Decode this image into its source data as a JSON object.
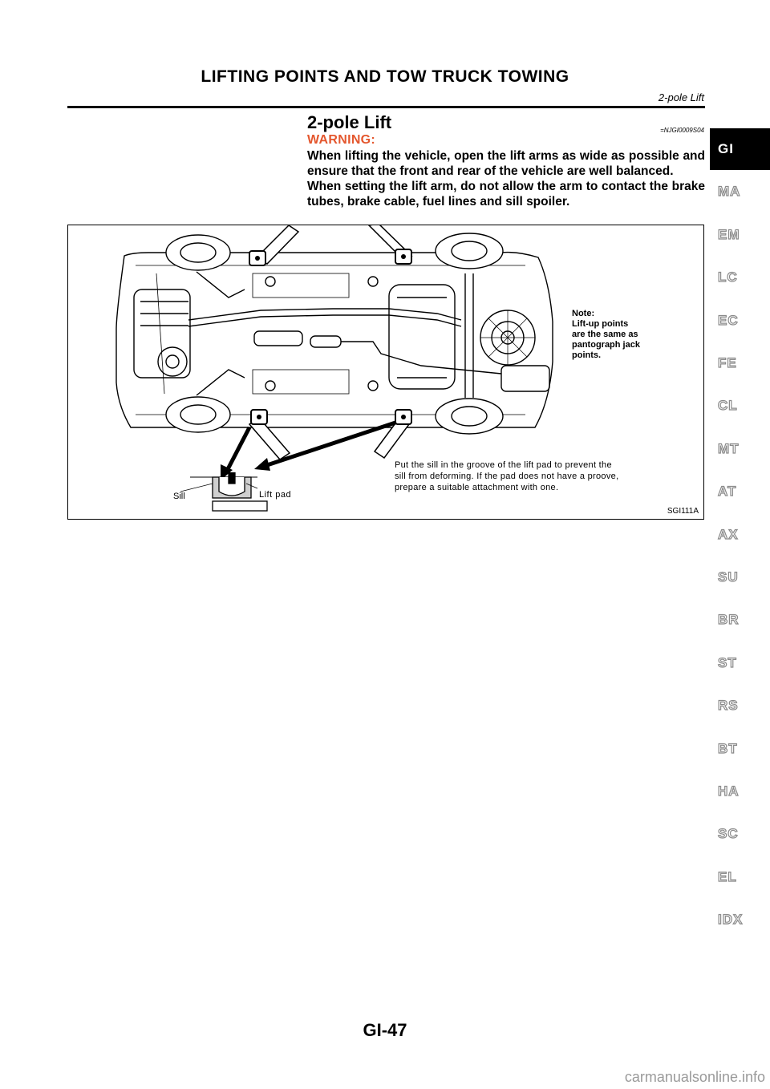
{
  "header": {
    "title": "LIFTING POINTS AND TOW TRUCK TOWING",
    "subtitle": "2-pole Lift"
  },
  "section": {
    "title": "2-pole Lift",
    "ref_code": "=NJGI0009S04",
    "warning_label": "WARNING:",
    "warning_paragraphs": [
      "When lifting the vehicle, open the lift arms as wide as possible and ensure that the front and rear of the vehicle are well balanced.",
      "When setting the lift arm, do not allow the arm to contact the brake tubes, brake cable, fuel lines and sill spoiler."
    ]
  },
  "figure": {
    "note_lines": [
      "Note:",
      "Lift-up points",
      "are the same as",
      "pantograph jack",
      "points."
    ],
    "sill_note_lines": [
      "Put the sill in the groove of the lift pad to prevent the",
      "sill from deforming. If the pad does not have a proove,",
      "prepare a suitable attachment with one."
    ],
    "label_sill": "Sill",
    "label_lift_pad": "Lift pad",
    "code": "SGI111A"
  },
  "side_tabs": [
    "GI",
    "MA",
    "EM",
    "LC",
    "EC",
    "FE",
    "CL",
    "MT",
    "AT",
    "AX",
    "SU",
    "BR",
    "ST",
    "RS",
    "BT",
    "HA",
    "SC",
    "EL",
    "IDX"
  ],
  "active_tab": "GI",
  "page_number": "GI-47",
  "watermark": "carmanualsonline.info"
}
